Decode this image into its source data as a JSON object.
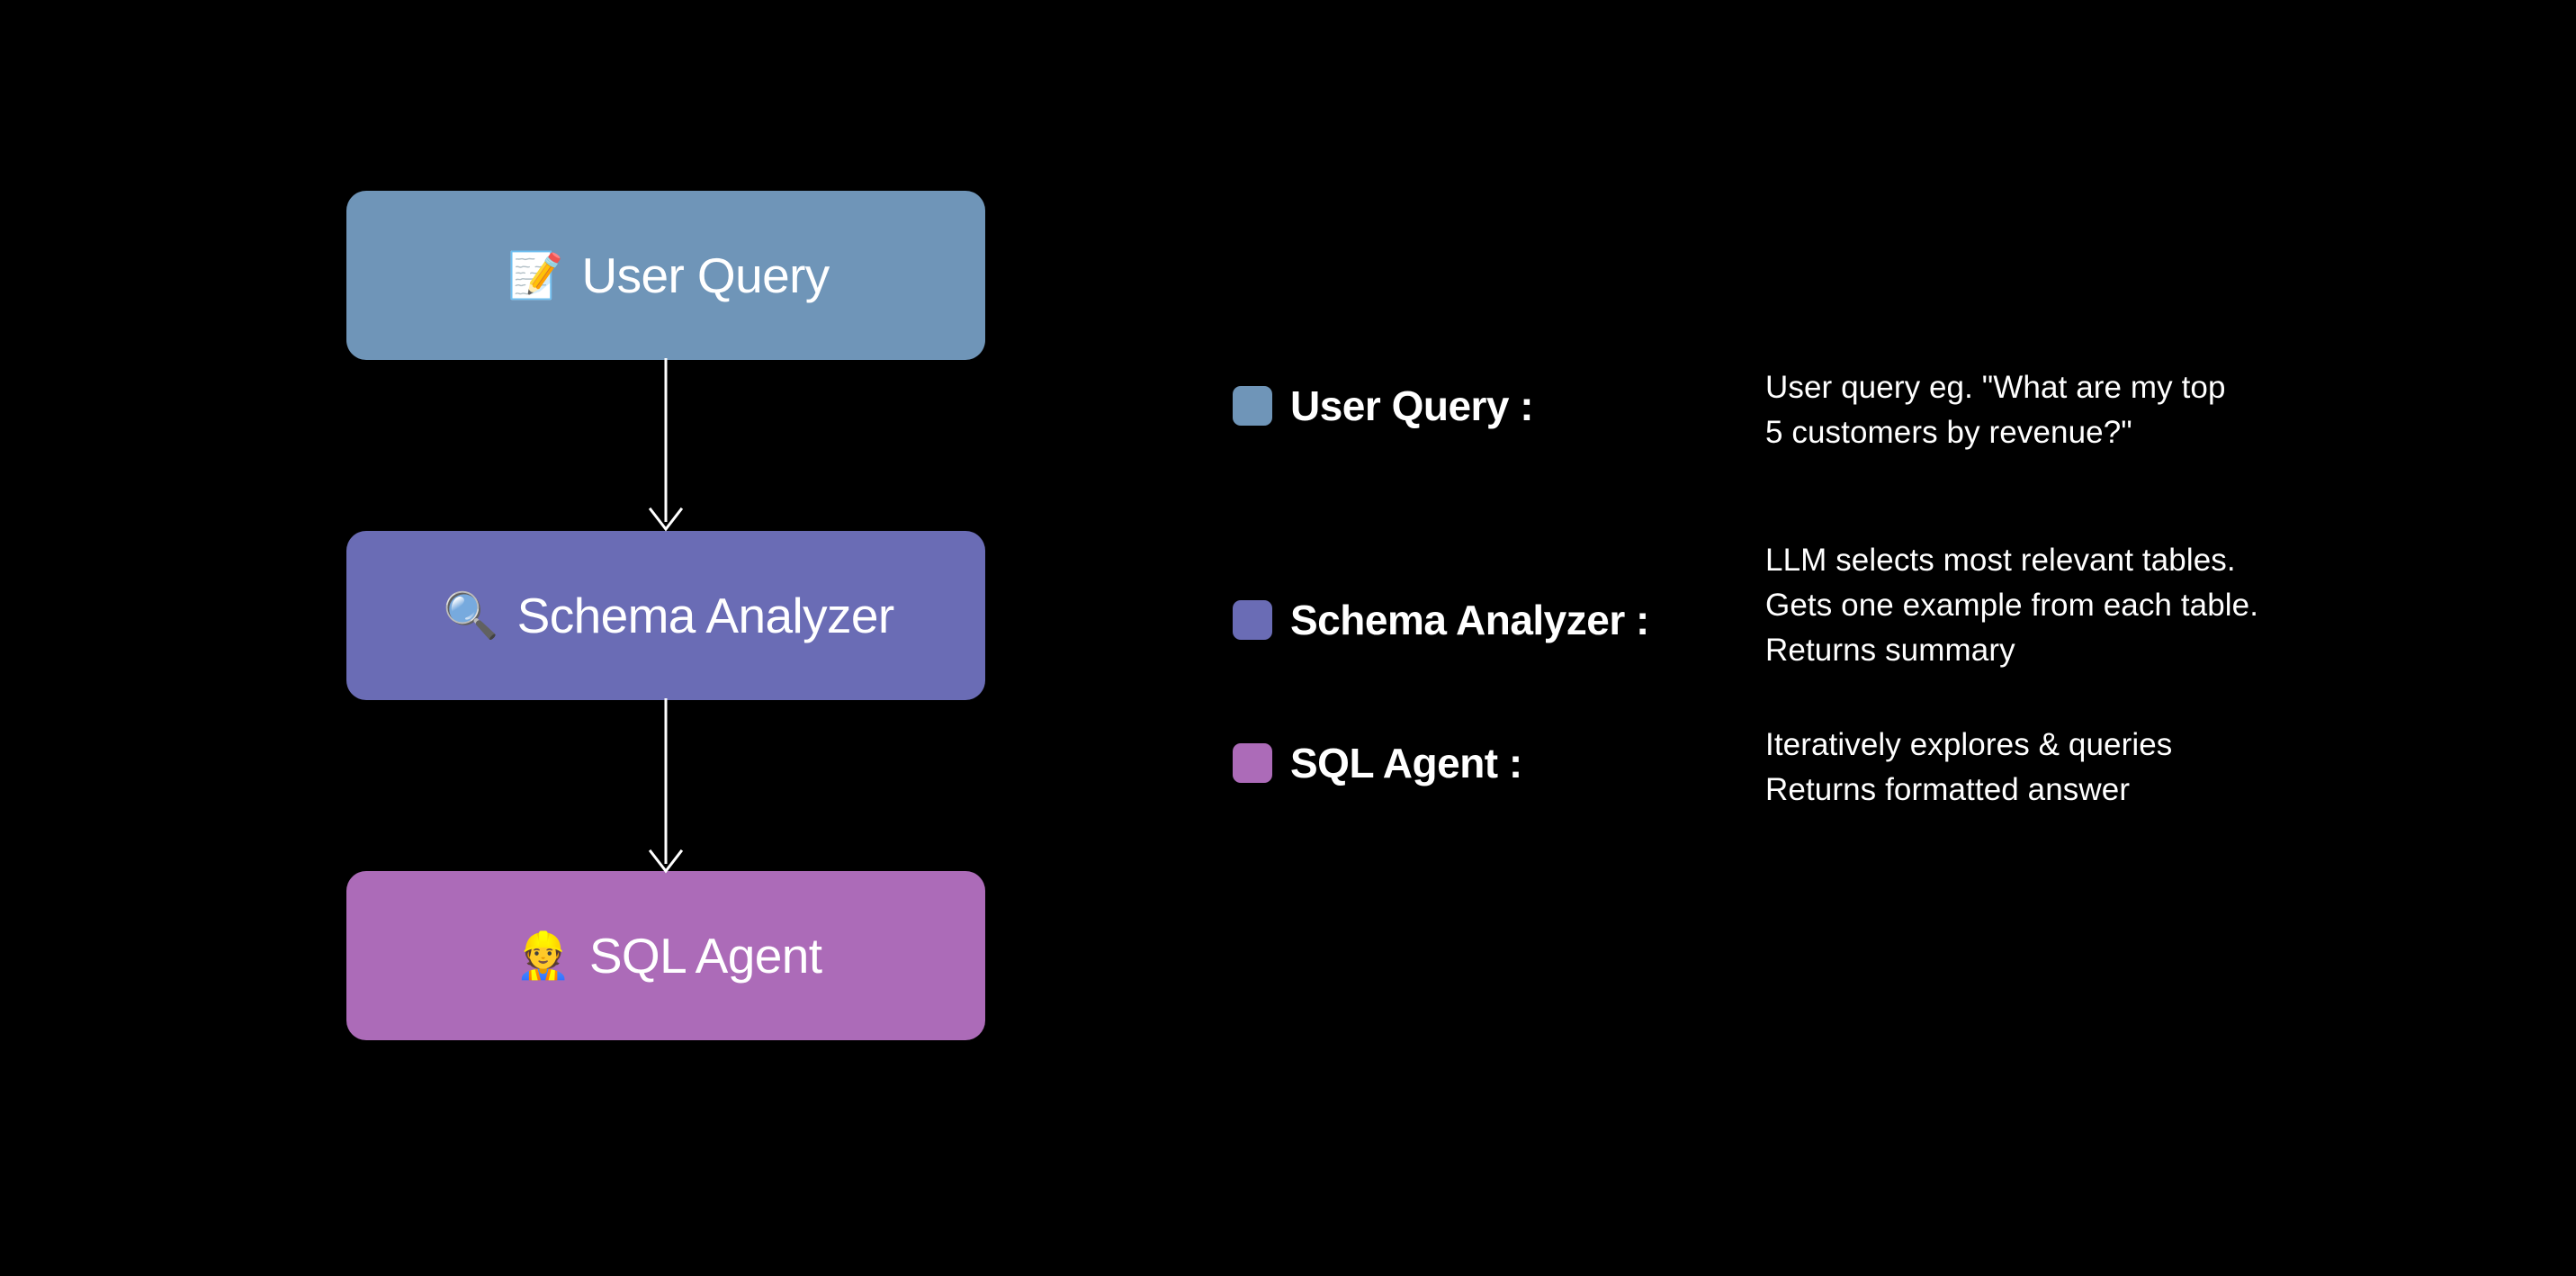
{
  "background_color": "#000000",
  "diagram": {
    "title": "",
    "nodes": [
      {
        "id": "user-query",
        "emoji": "📝",
        "emoji_name": "spiral-notepad-icon",
        "label": "User Query",
        "color": "#6f95b8",
        "text_color": "#ffffff"
      },
      {
        "id": "schema-analyzer",
        "emoji": "🔍",
        "emoji_name": "magnifying-glass-icon",
        "label": "Schema Analyzer",
        "color": "#6a6cb5",
        "text_color": "#ffffff"
      },
      {
        "id": "sql-agent",
        "emoji": "👷",
        "emoji_name": "construction-worker-icon",
        "label": "SQL Agent",
        "color": "#ac6bb8",
        "text_color": "#ffffff"
      }
    ],
    "edges": [
      {
        "from": "user-query",
        "to": "schema-analyzer",
        "label": "",
        "color": "#ffffff",
        "style": "arrow-down"
      },
      {
        "from": "schema-analyzer",
        "to": "sql-agent",
        "label": "",
        "color": "#ffffff",
        "style": "arrow-down"
      }
    ]
  },
  "legend": {
    "items": [
      {
        "swatch_color": "#6f95b8",
        "label": "User Query :",
        "description": "User query eg.  \"What are my top\n5 customers by revenue?\""
      },
      {
        "swatch_color": "#6a6cb5",
        "label": "Schema Analyzer :",
        "description": "LLM selects most relevant tables.\nGets one example from each table.\nReturns summary"
      },
      {
        "swatch_color": "#ac6bb8",
        "label": "SQL Agent :",
        "description": "Iteratively explores & queries\nReturns formatted answer"
      }
    ]
  }
}
